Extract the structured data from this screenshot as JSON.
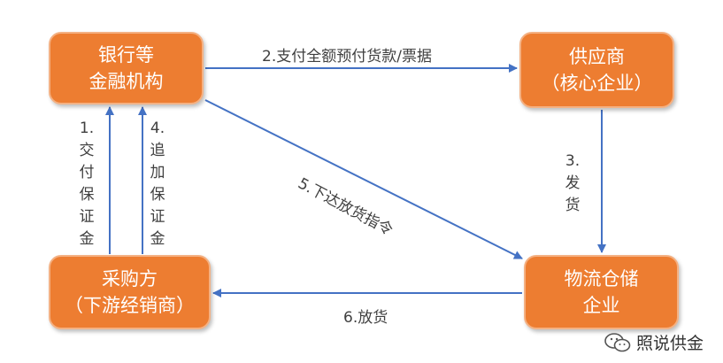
{
  "nodes": {
    "bank": {
      "line1": "银行等",
      "line2": "金融机构"
    },
    "supplier": {
      "line1": "供应商",
      "line2": "（核心企业）"
    },
    "buyer": {
      "line1": "采购方",
      "line2": "（下游经销商）"
    },
    "logistics": {
      "line1": "物流仓储",
      "line2": "企业"
    }
  },
  "edges": {
    "e1": [
      "1.",
      "交",
      "付",
      "保",
      "证",
      "金"
    ],
    "e2": "2.支付全额预付货款/票据",
    "e3": [
      "3.",
      "发",
      "货"
    ],
    "e4": [
      "4.",
      "追",
      "加",
      "保",
      "证",
      "金"
    ],
    "e5": "5.下达放货指令",
    "e6": "6.放货"
  },
  "watermark": {
    "text": "照说供金",
    "icon": "wechat-icon"
  },
  "colors": {
    "node_fill": "#ed7d31",
    "node_border": "#f4b183",
    "arrow": "#4472c4",
    "text": "#404040"
  }
}
